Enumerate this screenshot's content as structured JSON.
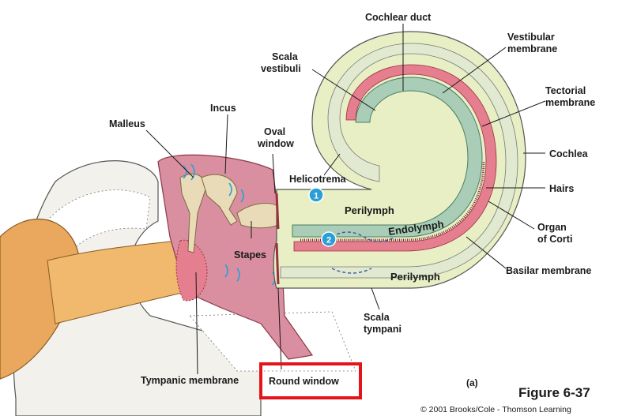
{
  "labels": {
    "cochlear_duct": "Cochlear duct",
    "scala_vestibuli_1": "Scala",
    "scala_vestibuli_2": "vestibuli",
    "vestibular_membrane_1": "Vestibular",
    "vestibular_membrane_2": "membrane",
    "tectorial_membrane_1": "Tectorial",
    "tectorial_membrane_2": "membrane",
    "incus": "Incus",
    "malleus": "Malleus",
    "oval_window_1": "Oval",
    "oval_window_2": "window",
    "helicotrema": "Helicotrema",
    "cochlea": "Cochlea",
    "hairs": "Hairs",
    "perilymph_upper": "Perilymph",
    "endolymph": "Endolymph",
    "organ_of_corti_1": "Organ",
    "organ_of_corti_2": "of Corti",
    "stapes": "Stapes",
    "basilar_membrane": "Basilar membrane",
    "perilymph_lower": "Perilymph",
    "scala_tympani_1": "Scala",
    "scala_tympani_2": "tympani",
    "tympanic_membrane": "Tympanic membrane",
    "round_window": "Round window"
  },
  "markers": {
    "one": "1",
    "two": "2"
  },
  "panel_tag": "(a)",
  "figure_title": "Figure 6-37",
  "copyright": "© 2001 Brooks/Cole - Thomson Learning",
  "colors": {
    "highlight_box": "#e3151b",
    "perilymph_fill": "#e8efc4",
    "endolymph_fill": "#a9cdb6",
    "membrane_pink": "#e57e8f",
    "marker_blue": "#2a9fd6",
    "ear_skin": "#e9a85e",
    "middle_ear": "#d98fa0",
    "ossicles": "#eadbb8"
  }
}
